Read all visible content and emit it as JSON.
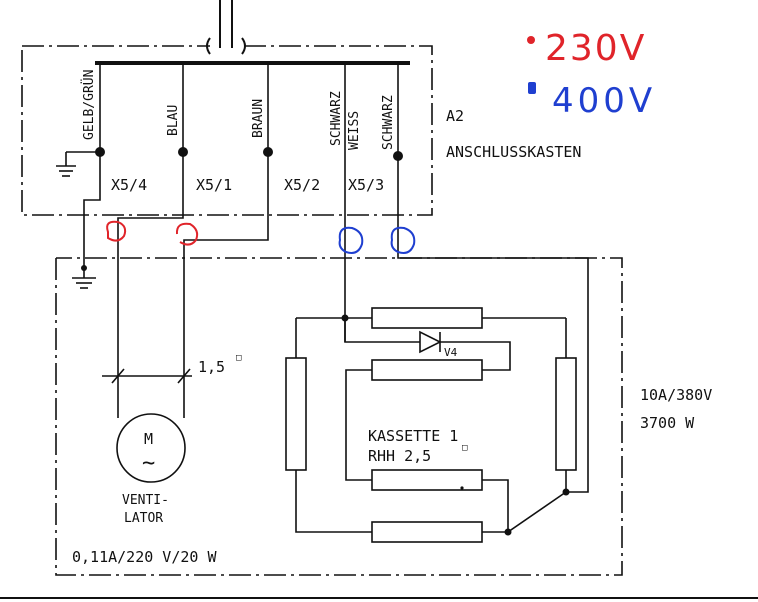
{
  "annotations": {
    "red_voltage": "230V",
    "blue_voltage": "400V",
    "red_color": "#e0242a",
    "blue_color": "#1f3fd0"
  },
  "box_a2": {
    "id": "A2",
    "name": "ANSCHLUSSKASTEN"
  },
  "wires": [
    "GELB/GRÜN",
    "BLAU",
    "BRAUN",
    "SCHWARZ",
    "WEISS",
    "SCHWARZ"
  ],
  "terminals": [
    "X5/4",
    "X5/1",
    "X5/2",
    "X5/3"
  ],
  "fan": {
    "symbol": "M",
    "tilde": "~",
    "label_line1": "VENTI-",
    "label_line2": "LATOR",
    "wire_section": "1,5",
    "degree": "□",
    "rating": "0,11A/220 V/20 W"
  },
  "heater": {
    "cassette": "KASSETTE 1",
    "rhh_label": "RHH 2,5",
    "degree": "□",
    "diode": "V4",
    "current_voltage": "10A/380V",
    "power": "3700 W"
  }
}
